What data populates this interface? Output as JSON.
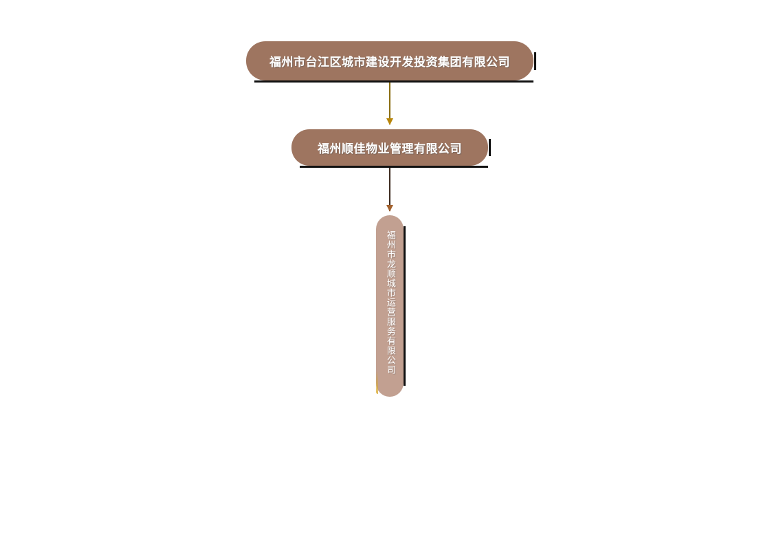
{
  "diagram": {
    "type": "organization-hierarchy",
    "orientation": "top-down",
    "background_color": "#ffffff",
    "nodes": [
      {
        "id": "root",
        "label": "福州市台江区城市建设开发投资集团有限公司",
        "level": 1,
        "text_orientation": "horizontal",
        "fill_color": "#9e7560",
        "text_color": "#ffffff",
        "shape": "rounded-rectangle"
      },
      {
        "id": "mid",
        "label": "福州顺佳物业管理有限公司",
        "level": 2,
        "text_orientation": "horizontal",
        "fill_color": "#9e7560",
        "text_color": "#ffffff",
        "shape": "rounded-rectangle"
      },
      {
        "id": "leaf",
        "label": "福州市龙顺城市运营服务有限公司",
        "level": 3,
        "text_orientation": "vertical",
        "fill_color": "#c2a091",
        "text_color": "#ffffff",
        "shape": "stadium"
      }
    ],
    "edges": [
      {
        "id": "root-mid",
        "from": "root",
        "to": "mid",
        "line_color": "#8a6d11",
        "arrow_color": "#b8860b",
        "direction": "down"
      },
      {
        "id": "mid-leaf",
        "from": "mid",
        "to": "leaf",
        "line_color": "#3d2b1f",
        "arrow_color": "#a3622e",
        "direction": "down"
      }
    ]
  }
}
